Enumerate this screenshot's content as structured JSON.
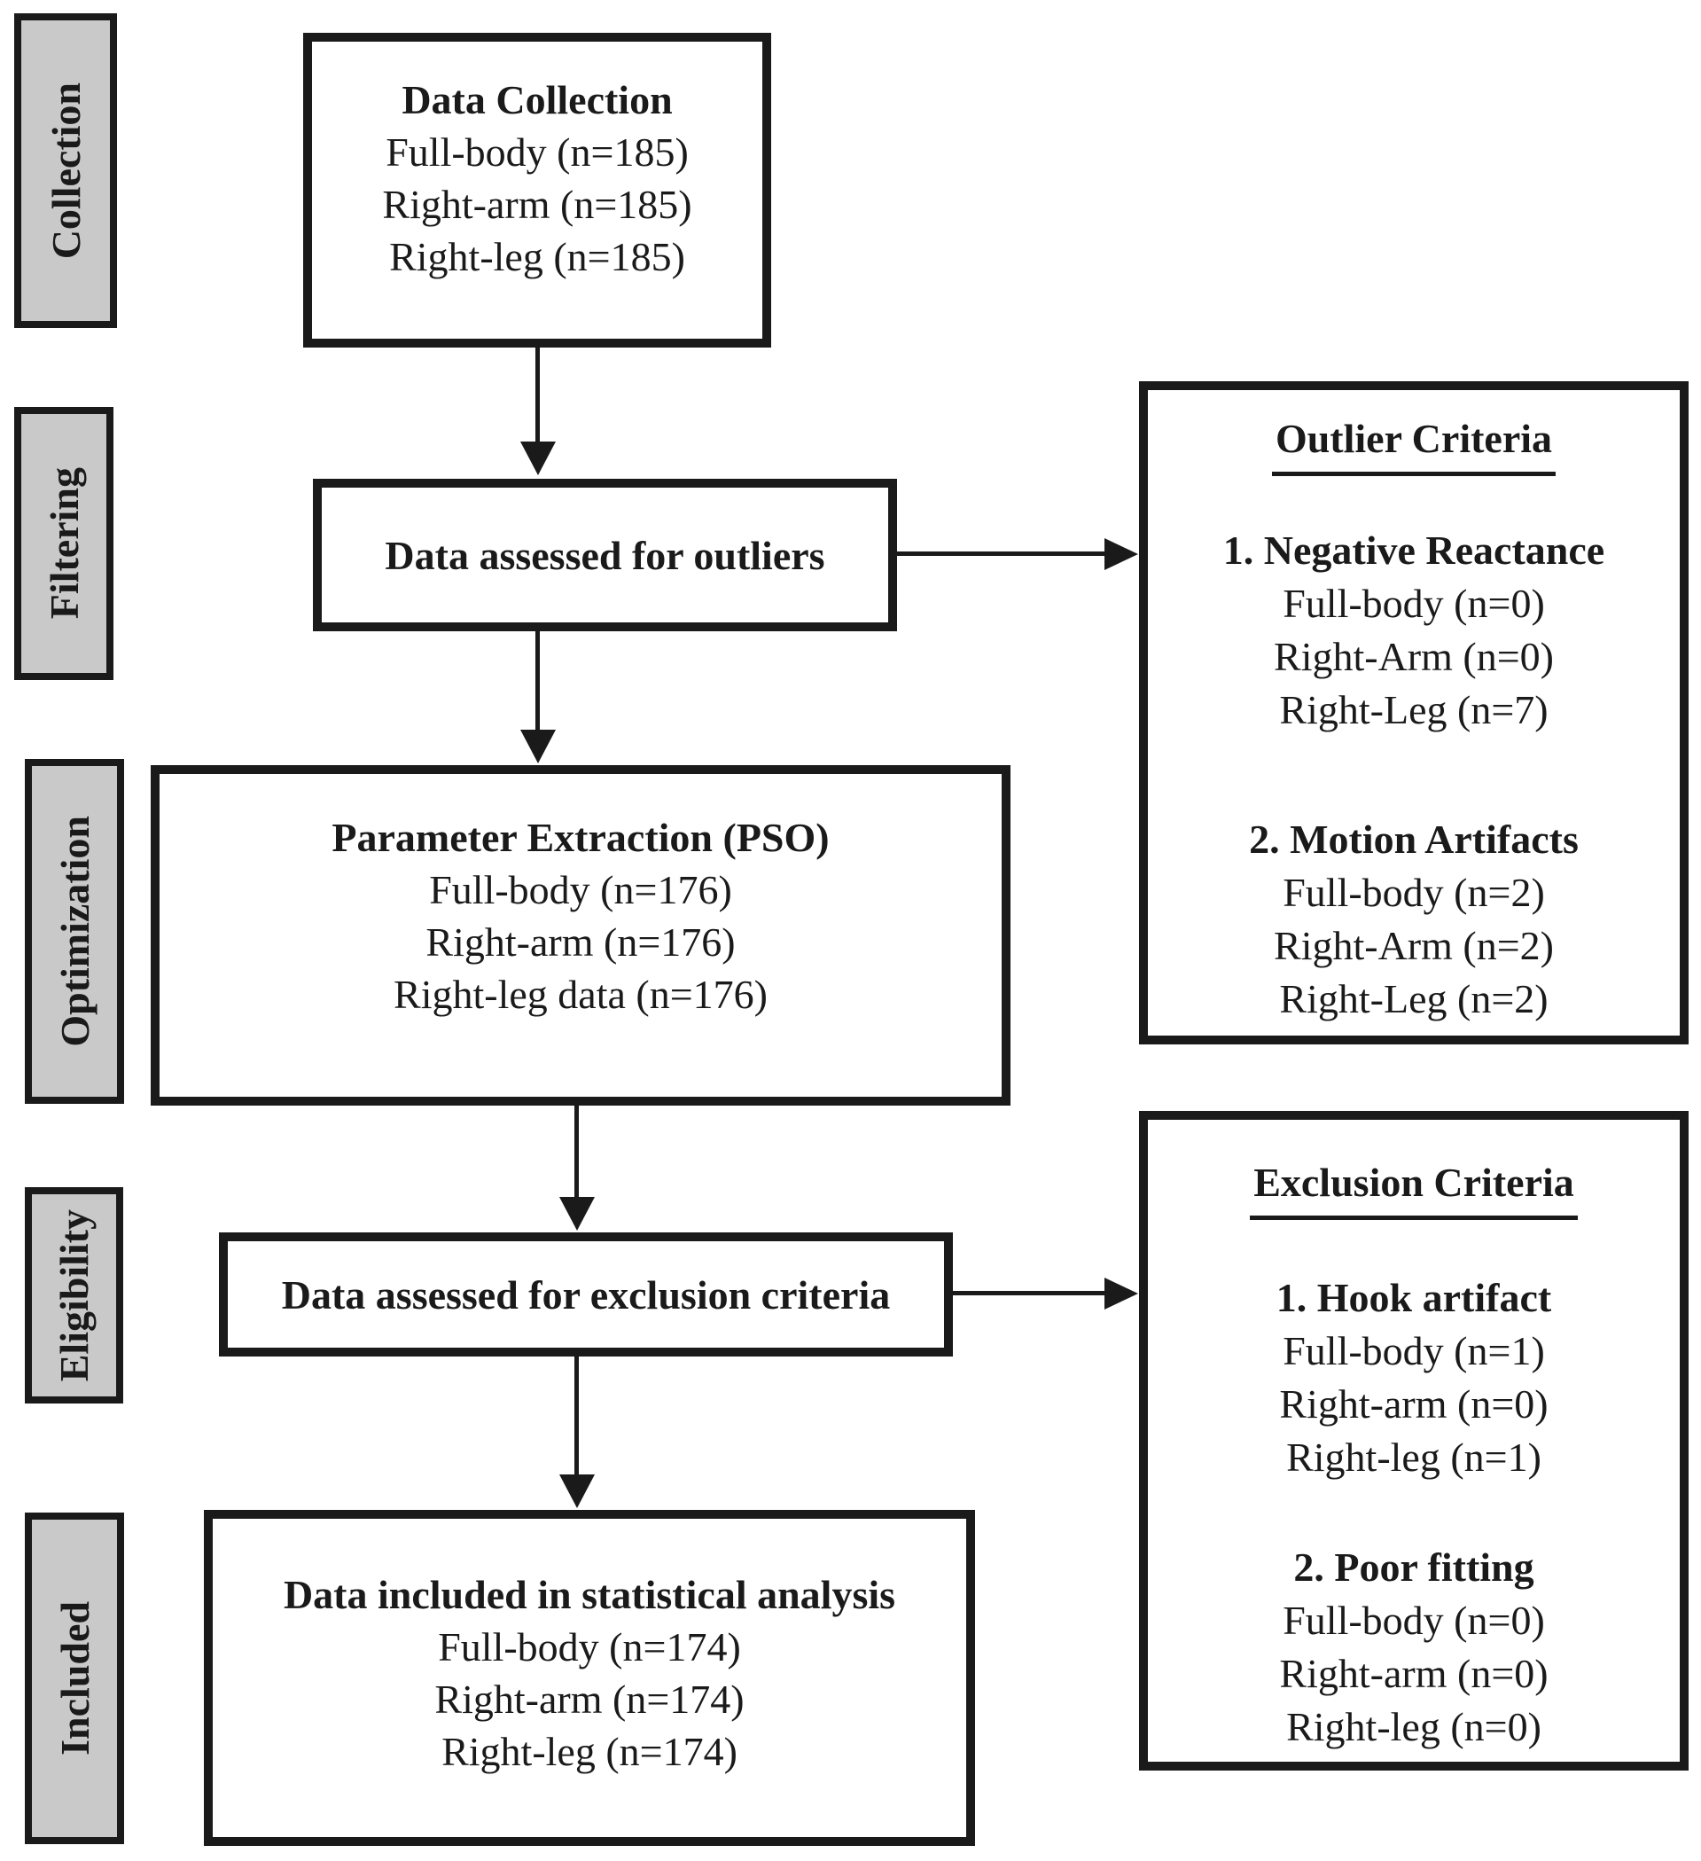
{
  "stages": [
    {
      "label": "Collection"
    },
    {
      "label": "Filtering"
    },
    {
      "label": "Optimization"
    },
    {
      "label": "Eligibility"
    },
    {
      "label": "Included"
    }
  ],
  "flow_boxes": [
    {
      "title": "Data Collection",
      "lines": [
        "Full-body (n=185)",
        "Right-arm (n=185)",
        "Right-leg (n=185)"
      ]
    },
    {
      "title": "Data assessed for outliers",
      "lines": []
    },
    {
      "title": "Parameter Extraction (PSO)",
      "lines": [
        "Full-body (n=176)",
        "Right-arm (n=176)",
        "Right-leg data (n=176)"
      ]
    },
    {
      "title": "Data assessed for exclusion criteria",
      "lines": []
    },
    {
      "title": "Data included in statistical analysis",
      "lines": [
        "Full-body (n=174)",
        "Right-arm (n=174)",
        "Right-leg (n=174)"
      ]
    }
  ],
  "side_boxes": [
    {
      "heading": "Outlier Criteria",
      "groups": [
        {
          "title": "1. Negative Reactance",
          "lines": [
            "Full-body (n=0)",
            "Right-Arm (n=0)",
            "Right-Leg (n=7)"
          ]
        },
        {
          "title": "2. Motion Artifacts",
          "lines": [
            "Full-body (n=2)",
            "Right-Arm (n=2)",
            "Right-Leg (n=2)"
          ]
        }
      ]
    },
    {
      "heading": "Exclusion Criteria",
      "groups": [
        {
          "title": "1. Hook artifact",
          "lines": [
            "Full-body (n=1)",
            "Right-arm (n=0)",
            "Right-leg (n=1)"
          ]
        },
        {
          "title": "2. Poor fitting",
          "lines": [
            "Full-body (n=0)",
            "Right-arm (n=0)",
            "Right-leg (n=0)"
          ]
        }
      ]
    }
  ],
  "colors": {
    "stage_fill": "#c9c9c9",
    "line_color": "#1a1a1a",
    "box_fill": "#ffffff"
  }
}
